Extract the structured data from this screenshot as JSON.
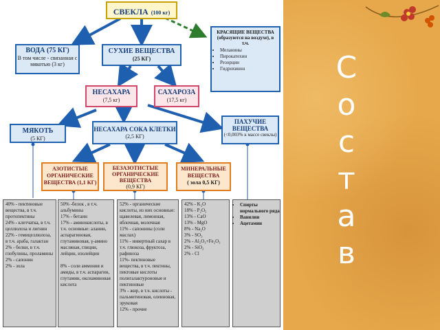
{
  "nodes": {
    "beet": {
      "title": "СВЕКЛА",
      "sub": "(100 кг)"
    },
    "water": {
      "title": "ВОДА (75 КГ)",
      "sub": "В том числе - связанная с мякотью (3 кг)"
    },
    "dry": {
      "title": "СУХИЕ ВЕЩЕСТВА",
      "sub": "(25 КГ)"
    },
    "coloring": {
      "title": "КРАСЯЩИЕ ВЕЩЕСТВА (образуются на воздухе), в т.ч.",
      "items": [
        "Меланины",
        "Пирокатехин",
        "Резорцин",
        "Гидрохинон"
      ]
    },
    "nonsugar": {
      "title": "НЕСАХАРА",
      "sub": "(7,5 кг)"
    },
    "sucrose": {
      "title": "САХАРОЗА",
      "sub": "(17,5 кг)"
    },
    "pulp": {
      "title": "МЯКОТЬ",
      "sub": "(5 КГ)"
    },
    "cellnonsugar": {
      "title": "НЕСАХАРА СОКА КЛЕТКИ",
      "sub": "(2,5 КГ)"
    },
    "aromatic": {
      "title": "ПАХУЧИЕ ВЕЩЕСТВА",
      "sub": "(<0,003% к массе свеклы)"
    },
    "nitro": {
      "title": "АЗОТИСТЫЕ ОРГАНИЧЕСКИЕ ВЕЩЕСТВА (1,1 КГ)"
    },
    "nonnitro": {
      "title": "БЕЗАЗОТИСТЫЕ ОРГАНИЧЕСКИЕ ВЕЩЕСТВА",
      "sub": "(0,9 КГ)"
    },
    "mineral": {
      "title": "МИНЕРАЛЬНЫЕ ВЕЩЕСТВА",
      "sub": "( зола 0,5 КГ)"
    }
  },
  "details": {
    "pulp": "40% - пектиновые вещества, в т.ч. протопектины\n24% - клетчатка, в т.ч. целлюлоза и лигнин\n22% - гемицеллюлоза, в т.ч. араба, галактан\n2% - белки, в т.ч. глобулины, проламины\n2% - сапонин\n2% - зола",
    "nitro": "50% -белок , в т.ч. альбумины\n17% - бетаин\n17% - аминокислоты, в т.ч. основные: аланин, аспарагиновая, глутаминовая, γ-амино масляная, глицин, лейцин, изолейцин\n\n8% - соли аммония и амиды, в т.ч. аспарагин, глутамин, оксиаминовая кислота",
    "nonnitro": "52% - органические кислоты, из них основные: щавелевая, лимонная, яблочная, молочная\n11% - сапонины (соли маслах)\n11% - инвертный сахар в т.ч. глюкоза, фруктоза, рафиноза\n11%- пектиновые вещества, в т.ч. пектины, пектовые кислоты полигалактуроновые и пектиновые\n3% - жир, в т.ч. кислоты - пальмитиновая, олеиновая, эруковая\n12% - прочие",
    "mineral": "42% - K₂O\n18% - P₂O₅\n13% - CaO\n13% - MgO\n8% - Na₂O\n3% - SO₃\n2% - Al₂O₃+Fe₂O₃\n2% - SiO₂\n2% - Cl",
    "aromatic_items": [
      "Спирты нормального ряда",
      "Ванилин",
      "Ацетамин"
    ]
  },
  "side_word": [
    "С",
    "о",
    "с",
    "т",
    "а",
    "в"
  ],
  "colors": {
    "blue_border": "#1f5fb0",
    "yellow_border": "#c8a200",
    "pink_border": "#d0476a",
    "orange_border": "#e07b1f",
    "panel": "#e6a84b"
  },
  "icons": [
    "flower-icon"
  ]
}
